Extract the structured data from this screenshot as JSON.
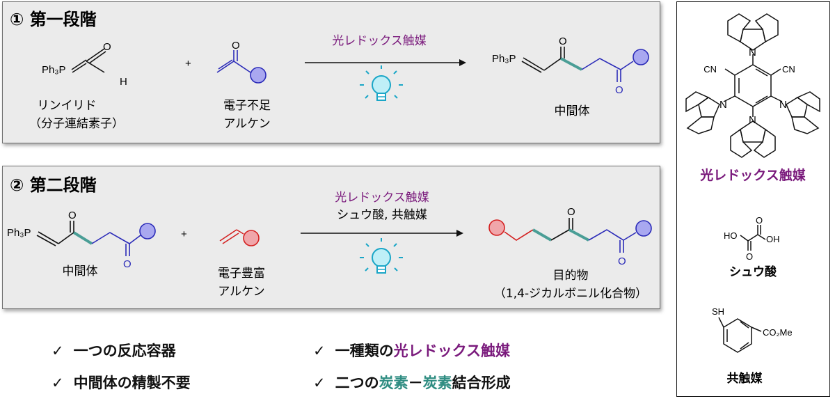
{
  "colors": {
    "purple": "#7a1a7c",
    "teal": "#4a9e96",
    "blue_node": "#a9a8f0",
    "red_node": "#f0a6aa",
    "blue_line": "#2a2ab8",
    "red_line": "#d42020"
  },
  "step1": {
    "title": "① 第一段階",
    "reagent_formula": "Ph₃P",
    "h_label": "H",
    "o_label": "O",
    "plus": "+",
    "ylide_label_1": "リンイリド",
    "ylide_label_2": "（分子連結素子）",
    "alkene_label_1": "電子不足",
    "alkene_label_2": "アルケン",
    "catalyst": "光レドックス触媒",
    "product_formula": "Ph₃P",
    "product_label": "中間体"
  },
  "step2": {
    "title": "② 第二段階",
    "reagent_formula": "Ph₃P",
    "o_label": "O",
    "plus": "+",
    "reagent_label": "中間体",
    "alkene_label_1": "電子豊富",
    "alkene_label_2": "アルケン",
    "catalyst": "光レドックス触媒",
    "conditions": "シュウ酸, 共触媒",
    "product_label_1": "目的物",
    "product_label_2": "（1,4-ジカルボニル化合物）"
  },
  "bullets": [
    {
      "check": "✓",
      "text": "一つの反応容器"
    },
    {
      "check": "✓",
      "text": "中間体の精製不要"
    },
    {
      "check": "✓",
      "pre": "一種類の",
      "highlight": "光レドックス触媒"
    },
    {
      "check": "✓",
      "pre": "二つの",
      "hl1": "炭素",
      "mid": "－",
      "hl2": "炭素",
      "post": "結合形成"
    }
  ],
  "side": {
    "catalyst_label": "光レドックス触媒",
    "cn": "CN",
    "n": "N",
    "oxalic_label": "シュウ酸",
    "ho": "HO",
    "oh": "OH",
    "o": "O",
    "cocat_label": "共触媒",
    "sh": "SH",
    "co2me": "CO₂Me"
  }
}
